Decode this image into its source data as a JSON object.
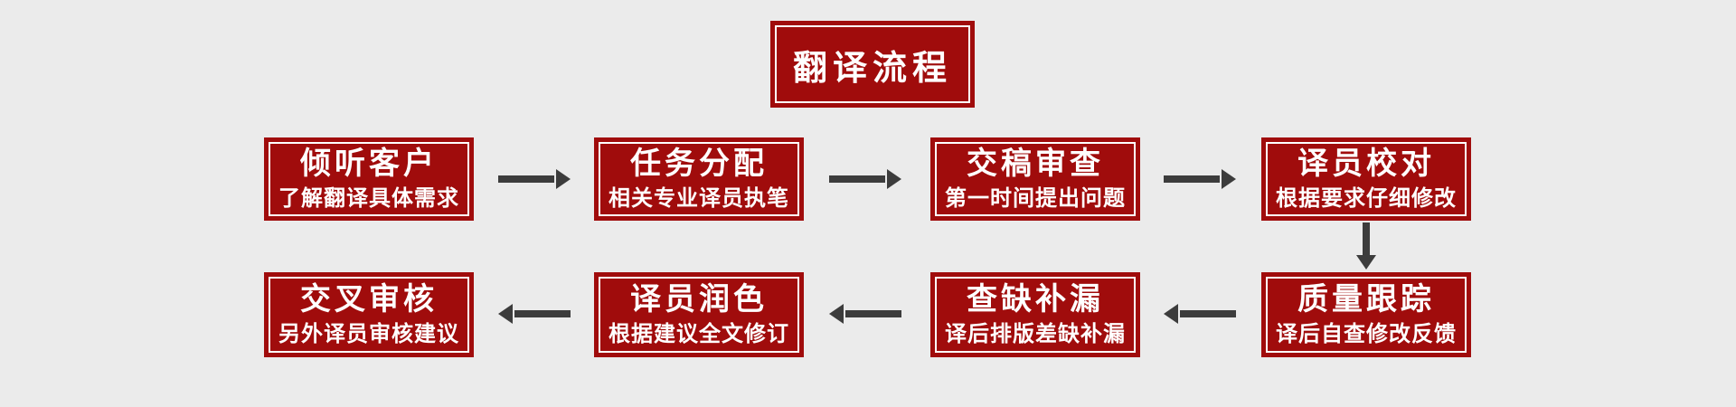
{
  "colors": {
    "bg": "#EBEBEB",
    "box_fill": "#A00C0C",
    "inner_border": "#FFFFFF",
    "text": "#FFFFFF",
    "arrow": "#3C3C3C"
  },
  "title": {
    "label": "翻译流程"
  },
  "flow": {
    "top_row": [
      {
        "title": "倾听客户",
        "subtitle": "了解翻译具体需求"
      },
      {
        "title": "任务分配",
        "subtitle": "相关专业译员执笔"
      },
      {
        "title": "交稿审查",
        "subtitle": "第一时间提出问题"
      },
      {
        "title": "译员校对",
        "subtitle": "根据要求仔细修改"
      }
    ],
    "bottom_row": [
      {
        "title": "交叉审核",
        "subtitle": "另外译员审核建议"
      },
      {
        "title": "译员润色",
        "subtitle": "根据建议全文修订"
      },
      {
        "title": "查缺补漏",
        "subtitle": "译后排版差缺补漏"
      },
      {
        "title": "质量跟踪",
        "subtitle": "译后自查修改反馈"
      }
    ]
  },
  "arrows": {
    "top_row_direction": "right",
    "bottom_row_direction": "left",
    "column_connector_direction": "down"
  }
}
